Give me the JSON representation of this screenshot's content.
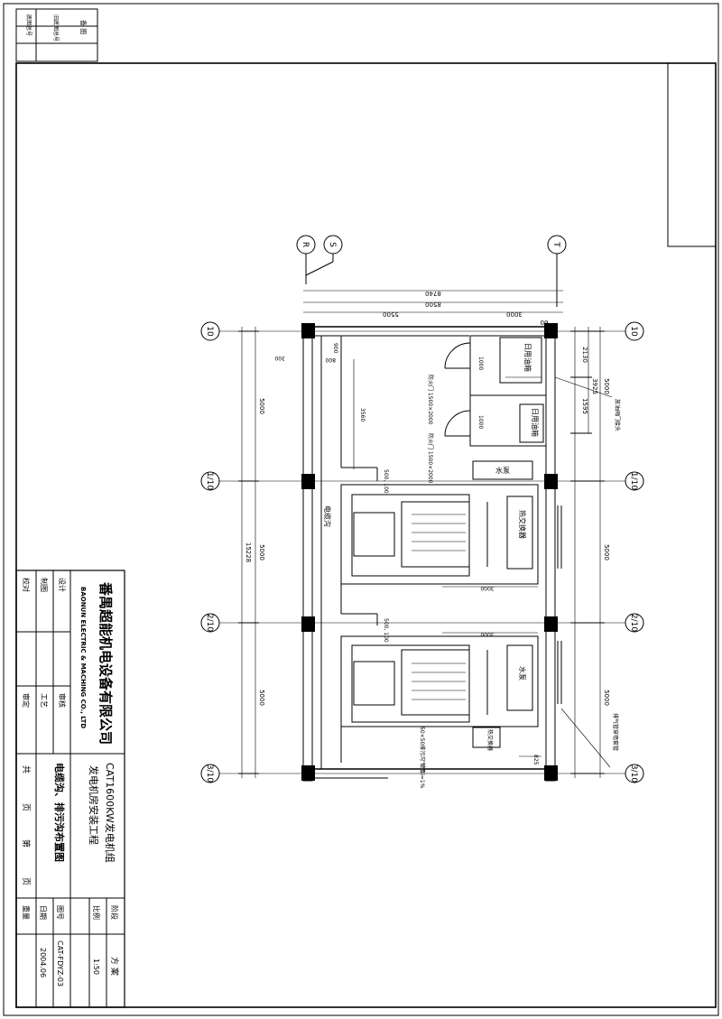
{
  "gridlines": {
    "vertical": [
      "R",
      "S",
      "T"
    ],
    "horizontal": [
      "10",
      "1/10",
      "2/10",
      "3/10"
    ]
  },
  "dimensions": {
    "top_8740": "8740",
    "top_8500": "8500",
    "top_5500": "5500",
    "top_3000": "3000",
    "small_60": "60",
    "right_2130": "2130",
    "right_5000": "5000",
    "right_3925": "3925",
    "right_1595": "1595",
    "right_5000b": "5000",
    "right_5000c": "5000",
    "left_5000a": "5000",
    "left_5000b": "5000",
    "left_5000c": "5000",
    "left_15228": "15228",
    "dim_900": "900",
    "dim_300": "300",
    "dim_800": "800",
    "dim_3560": "3560",
    "dim_1000a": "1000",
    "dim_1000b": "1000",
    "dim_500_100a": "500, 100",
    "dim_500_100b": "500, 100",
    "dim_3000a": "3000",
    "dim_3000b": "3000",
    "dim_825": "825"
  },
  "room_labels": {
    "oil_tank_1": "日用油箱",
    "oil_tank_2": "日用油箱",
    "fire_door_1": "防火门\n1500×2000",
    "fire_door_2": "防火门\n1500×2000",
    "water_pump_1": "水泵",
    "water_pump_2": "水泵",
    "heat_exchanger_1": "热交换器",
    "heat_exchanger_2": "热交换器",
    "cable_trench": "电缆沟",
    "drainage_note": "50×50排污沟\n坡度i=1%",
    "oil_drain_note": "放油阀门接头",
    "right_note": "排气管穿墙套管"
  },
  "title_block": {
    "company_cn": "番禺超能机电设备有限公司",
    "company_en": "BAONUN ELECTRIC & MACHING CO., LTD",
    "project_line1": "CAT1600KW发电机组",
    "project_line2": "发电机房安装工程",
    "drawing_title": "电缆沟、排污沟布置图",
    "page_total_label": "共",
    "page_label": "页",
    "page_no_label": "第",
    "page_label2": "页",
    "roles": [
      "校对",
      "制图",
      "设计",
      "审定",
      "工艺",
      "审核"
    ],
    "stage_label": "阶段",
    "stage_value": "方 案",
    "scale_label": "比例",
    "scale_value": "1:50",
    "drawing_no_label": "图号",
    "drawing_no_value": "CAT-FDYZ-03",
    "date_label": "日期",
    "date_value": "2004.06",
    "weight_label": "重量"
  },
  "corner_tags": [
    "备 图",
    "旧底图总号",
    "底图总号"
  ]
}
